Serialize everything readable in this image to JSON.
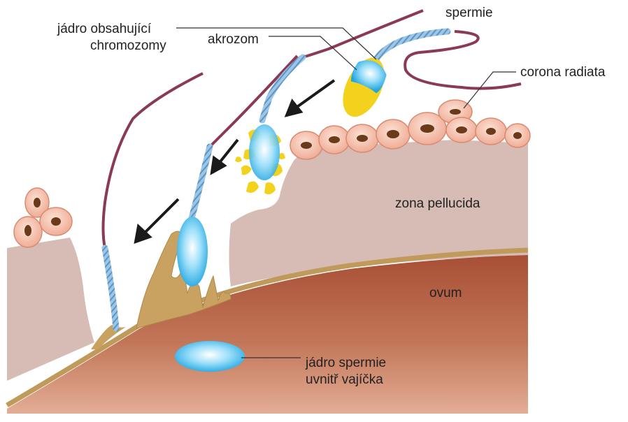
{
  "labels": {
    "nucleus_chromosomes_line1": "jádro obsahující",
    "nucleus_chromosomes_line2": "chromozomy",
    "acrosome": "akrozom",
    "sperm": "spermie",
    "corona_radiata": "corona radiata",
    "zona_pellucida": "zona pellucida",
    "ovum": "ovum",
    "sperm_nucleus_line1": "jádro spermie",
    "sperm_nucleus_line2": "uvnitř vajíčka"
  },
  "colors": {
    "ovum": "#b2583e",
    "ovum_light": "#d08a6c",
    "zona_pellucida": "#d6bcb5",
    "membrane": "#c09a5a",
    "corona_cell": "#f4c8b8",
    "corona_nucleus": "#6a3a1a",
    "sperm_tail": "#8a3a55",
    "sperm_midpiece": "#8ab8dc",
    "sperm_nucleus": "#3fb3e6",
    "acrosome": "#f2d21c",
    "arrow": "#1a1a1a"
  }
}
